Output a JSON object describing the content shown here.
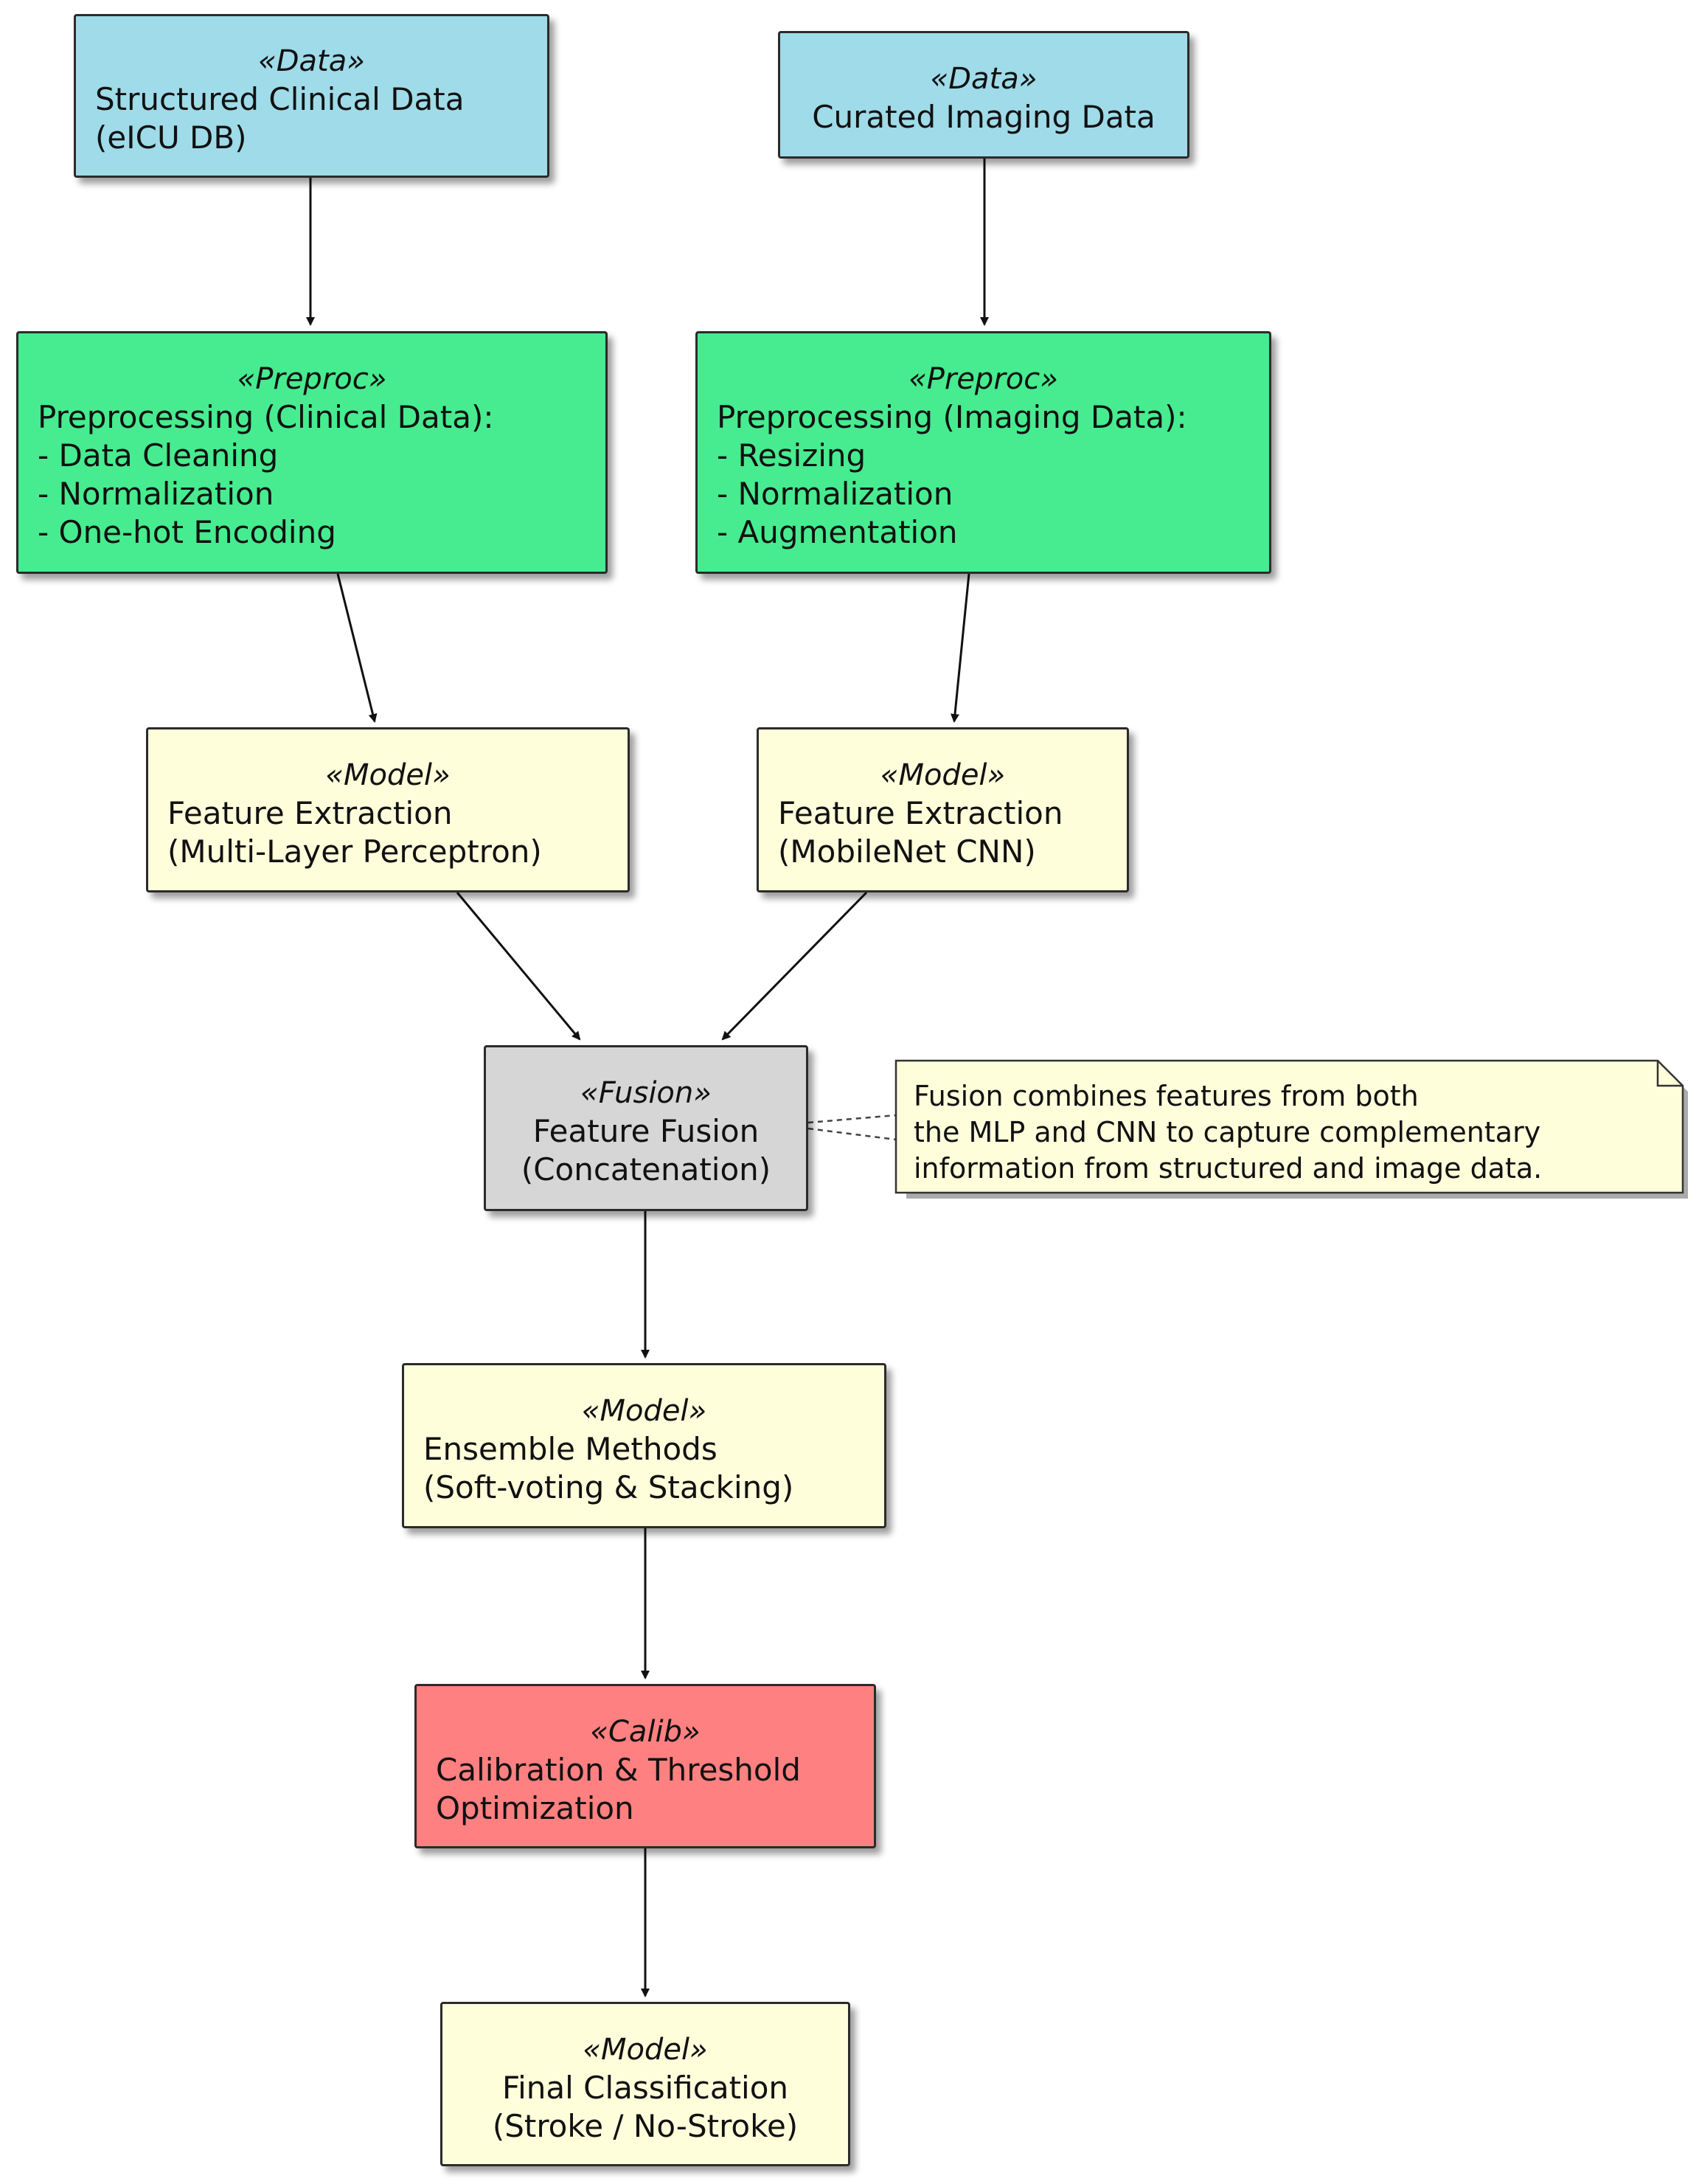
{
  "nodes": {
    "clinical_data": {
      "stereotype": "«Data»",
      "lines": [
        "Structured Clinical Data",
        "(eICU DB)"
      ],
      "color": "#9fdbe8"
    },
    "imaging_data": {
      "stereotype": "«Data»",
      "lines": [
        "Curated Imaging Data"
      ],
      "color": "#9fdbe8"
    },
    "preproc_clinical": {
      "stereotype": "«Preproc»",
      "lines": [
        "Preprocessing (Clinical Data):",
        "- Data Cleaning",
        "- Normalization",
        "- One-hot Encoding"
      ],
      "color": "#46ec8f"
    },
    "preproc_imaging": {
      "stereotype": "«Preproc»",
      "lines": [
        "Preprocessing (Imaging Data):",
        "- Resizing",
        "- Normalization",
        "- Augmentation"
      ],
      "color": "#46ec8f"
    },
    "mlp": {
      "stereotype": "«Model»",
      "lines": [
        "Feature Extraction",
        "(Multi-Layer Perceptron)"
      ],
      "color": "#fefedb"
    },
    "cnn": {
      "stereotype": "«Model»",
      "lines": [
        "Feature Extraction",
        "(MobileNet CNN)"
      ],
      "color": "#fefedb"
    },
    "fusion": {
      "stereotype": "«Fusion»",
      "lines": [
        "Feature Fusion",
        "(Concatenation)"
      ],
      "color": "#d6d6d6"
    },
    "ensemble": {
      "stereotype": "«Model»",
      "lines": [
        "Ensemble Methods",
        "(Soft-voting & Stacking)"
      ],
      "color": "#fefedb"
    },
    "calibration": {
      "stereotype": "«Calib»",
      "lines": [
        "Calibration & Threshold",
        "Optimization"
      ],
      "color": "#ff8080"
    },
    "final": {
      "stereotype": "«Model»",
      "lines": [
        "Final Classification",
        "(Stroke / No-Stroke)"
      ],
      "color": "#fefedb"
    }
  },
  "note": {
    "lines": [
      "Fusion combines features from both",
      "the MLP and CNN to capture complementary",
      "information from structured and image data."
    ],
    "color": "#fefedb"
  },
  "edges": [
    {
      "from": "clinical_data",
      "to": "preproc_clinical"
    },
    {
      "from": "imaging_data",
      "to": "preproc_imaging"
    },
    {
      "from": "preproc_clinical",
      "to": "mlp"
    },
    {
      "from": "preproc_imaging",
      "to": "cnn"
    },
    {
      "from": "mlp",
      "to": "fusion"
    },
    {
      "from": "cnn",
      "to": "fusion"
    },
    {
      "from": "fusion",
      "to": "ensemble"
    },
    {
      "from": "ensemble",
      "to": "calibration"
    },
    {
      "from": "calibration",
      "to": "final"
    }
  ]
}
